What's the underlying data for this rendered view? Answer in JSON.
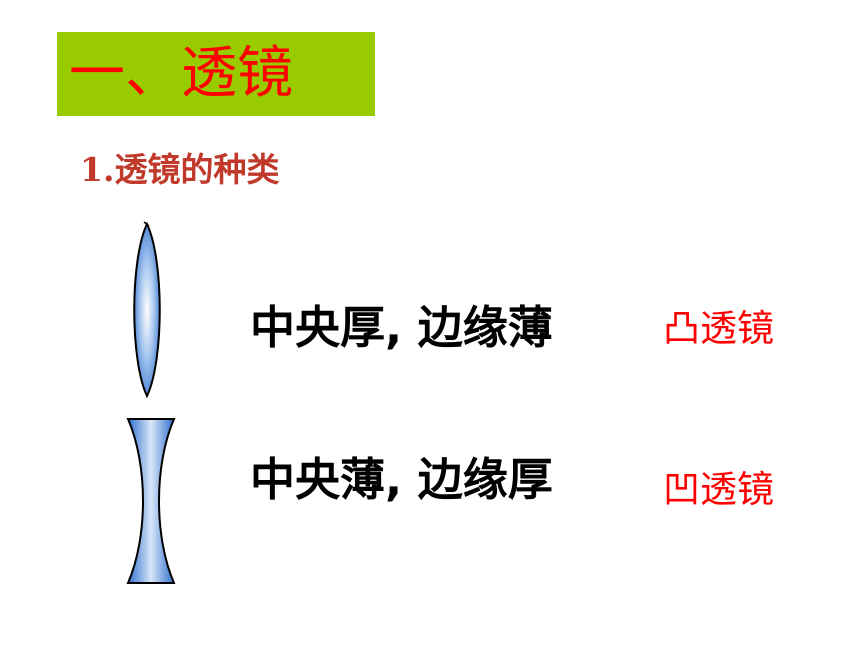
{
  "section_title": "一、透镜",
  "subtitle": "1.透镜的种类",
  "lens_types": [
    {
      "lens_icon": "convex-lens-icon",
      "description": "中央厚, 边缘薄",
      "name": "凸透镜"
    },
    {
      "lens_icon": "concave-lens-icon",
      "description": "中央薄, 边缘厚",
      "name": "凹透镜"
    }
  ],
  "colors": {
    "title_background": "#99cc00",
    "title_text": "#ff0000",
    "subtitle_text": "#c0392b",
    "lens_blue": "#3a7bd5",
    "tag_text": "#ff0000"
  }
}
